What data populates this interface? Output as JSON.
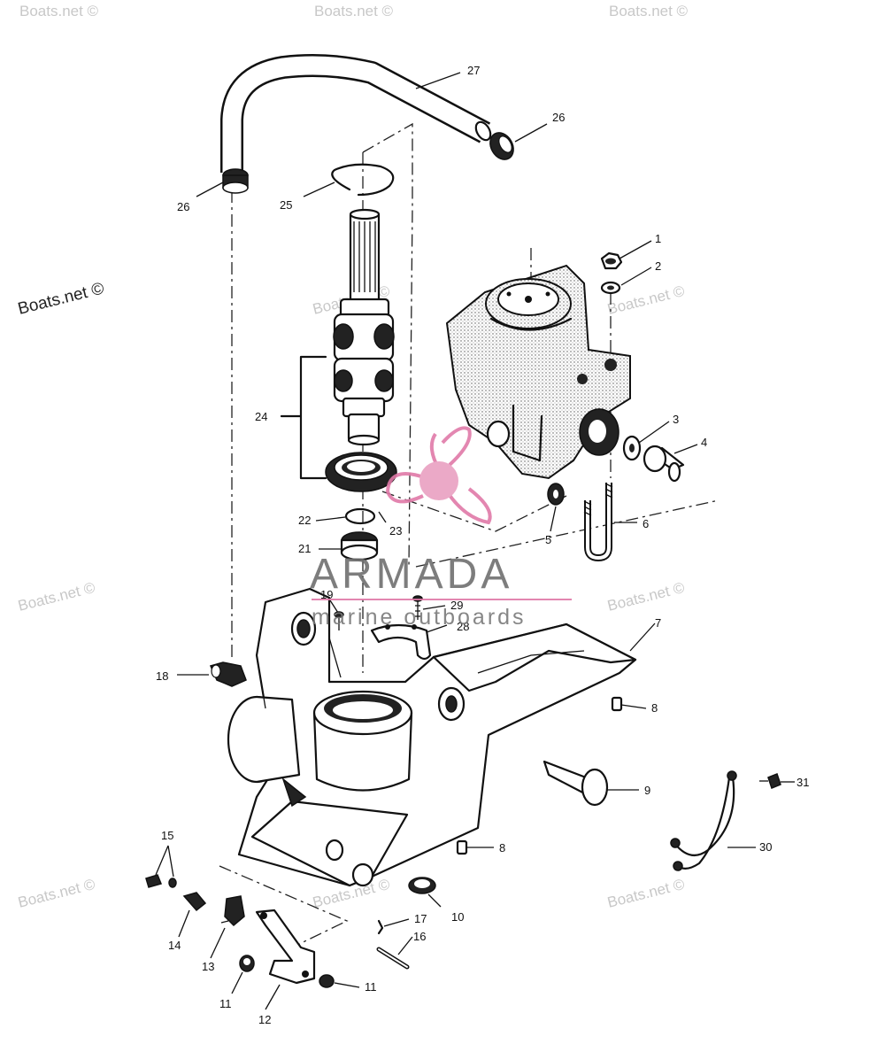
{
  "watermarks": [
    {
      "text": "Boats.net ©"
    },
    {
      "text": "Boats.net ©"
    },
    {
      "text": "Boats.net ©"
    },
    {
      "text": "Boats.net ©"
    },
    {
      "text": "Boats.net ©"
    },
    {
      "text": "Boats.net ©"
    },
    {
      "text": "Boats.net ©"
    },
    {
      "text": "Boats.net ©"
    },
    {
      "text": "Boats.net ©"
    },
    {
      "text": "Boats.net ©"
    },
    {
      "text": "Boats.net ©"
    }
  ],
  "brand": {
    "name": "ARMADA",
    "tagline": "marine outboards",
    "accent_color": "#e07aa8"
  },
  "part_labels": [
    {
      "id": "1"
    },
    {
      "id": "2"
    },
    {
      "id": "3"
    },
    {
      "id": "4"
    },
    {
      "id": "5"
    },
    {
      "id": "6"
    },
    {
      "id": "7"
    },
    {
      "id": "8"
    },
    {
      "id": "8"
    },
    {
      "id": "9"
    },
    {
      "id": "10"
    },
    {
      "id": "11"
    },
    {
      "id": "11"
    },
    {
      "id": "12"
    },
    {
      "id": "13"
    },
    {
      "id": "14"
    },
    {
      "id": "15"
    },
    {
      "id": "16"
    },
    {
      "id": "17"
    },
    {
      "id": "18"
    },
    {
      "id": "19"
    },
    {
      "id": "21"
    },
    {
      "id": "22"
    },
    {
      "id": "23"
    },
    {
      "id": "24"
    },
    {
      "id": "25"
    },
    {
      "id": "26"
    },
    {
      "id": "26"
    },
    {
      "id": "27"
    },
    {
      "id": "28"
    },
    {
      "id": "29"
    },
    {
      "id": "30"
    },
    {
      "id": "31"
    }
  ]
}
